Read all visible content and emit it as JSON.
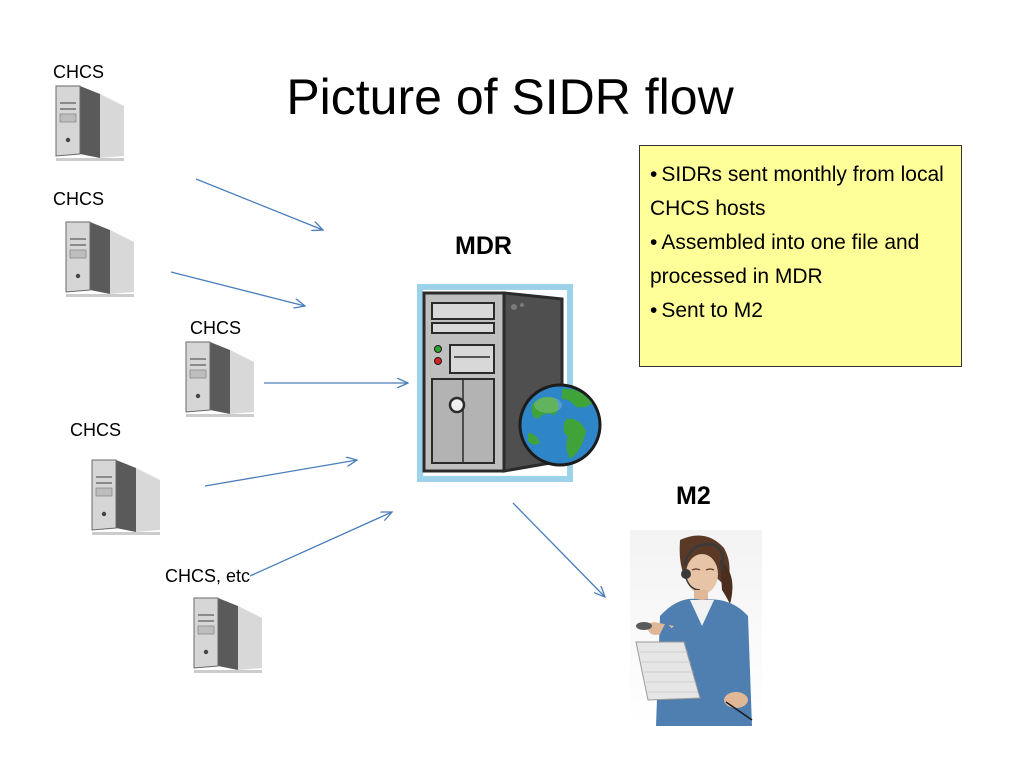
{
  "slide": {
    "title": "Picture of SIDR flow",
    "sources": [
      {
        "label": "CHCS"
      },
      {
        "label": "CHCS"
      },
      {
        "label": "CHCS"
      },
      {
        "label": "CHCS"
      },
      {
        "label": "CHCS, etc"
      }
    ],
    "hub": {
      "label": "MDR",
      "icon": "server-globe-icon"
    },
    "destination": {
      "label": "M2",
      "icon": "person-at-computer-photo"
    },
    "notes": [
      "SIDRs sent monthly from local CHCS hosts",
      "Assembled into one file and processed in MDR",
      "Sent to M2"
    ],
    "bullet": "•",
    "colors": {
      "arrow": "#4a7ebb",
      "note_background": "#ffff99",
      "note_border": "#333333"
    }
  }
}
